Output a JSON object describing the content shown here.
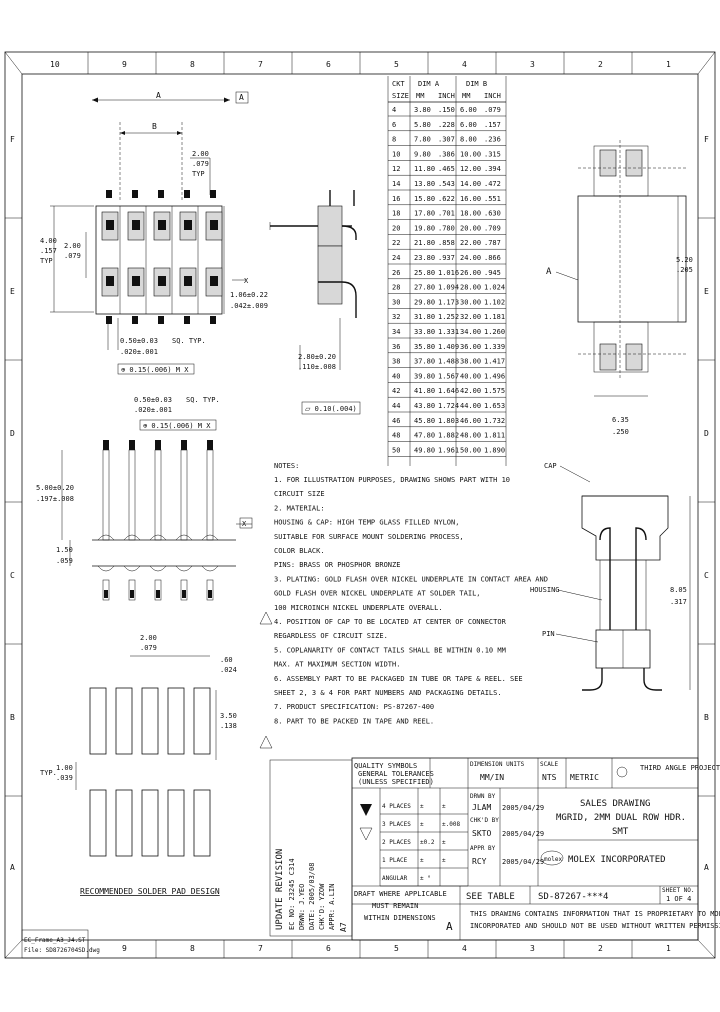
{
  "border": {
    "top_zones": [
      "10",
      "9",
      "8",
      "7",
      "6",
      "5",
      "4",
      "3",
      "2",
      "1"
    ],
    "bottom_zones": [
      "9",
      "8",
      "7",
      "6",
      "5",
      "4",
      "3",
      "2",
      "1"
    ],
    "side_zones": [
      "F",
      "E",
      "D",
      "C",
      "B",
      "A"
    ]
  },
  "table": {
    "hdr_ckt": "CKT",
    "hdr_size": "SIZE",
    "hdr_dim_a": "DIM A",
    "hdr_dim_b": "DIM B",
    "hdr_mm1": "MM",
    "hdr_inch1": "INCH",
    "hdr_mm2": "MM",
    "hdr_inch2": "INCH",
    "rows": [
      [
        "4",
        "3.80",
        ".150",
        "6.00",
        ".079"
      ],
      [
        "6",
        "5.80",
        ".228",
        "6.00",
        ".157"
      ],
      [
        "8",
        "7.80",
        ".307",
        "8.00",
        ".236"
      ],
      [
        "10",
        "9.80",
        ".386",
        "10.00",
        ".315"
      ],
      [
        "12",
        "11.80",
        ".465",
        "12.00",
        ".394"
      ],
      [
        "14",
        "13.80",
        ".543",
        "14.00",
        ".472"
      ],
      [
        "16",
        "15.80",
        ".622",
        "16.00",
        ".551"
      ],
      [
        "18",
        "17.80",
        ".701",
        "18.00",
        ".630"
      ],
      [
        "20",
        "19.80",
        ".780",
        "20.00",
        ".709"
      ],
      [
        "22",
        "21.80",
        ".858",
        "22.00",
        ".787"
      ],
      [
        "24",
        "23.80",
        ".937",
        "24.00",
        ".866"
      ],
      [
        "26",
        "25.80",
        "1.016",
        "26.00",
        ".945"
      ],
      [
        "28",
        "27.80",
        "1.094",
        "28.00",
        "1.024"
      ],
      [
        "30",
        "29.80",
        "1.173",
        "30.00",
        "1.102"
      ],
      [
        "32",
        "31.80",
        "1.252",
        "32.00",
        "1.181"
      ],
      [
        "34",
        "33.80",
        "1.331",
        "34.00",
        "1.260"
      ],
      [
        "36",
        "35.80",
        "1.409",
        "36.00",
        "1.339"
      ],
      [
        "38",
        "37.80",
        "1.488",
        "38.00",
        "1.417"
      ],
      [
        "40",
        "39.80",
        "1.567",
        "40.00",
        "1.496"
      ],
      [
        "42",
        "41.80",
        "1.646",
        "42.00",
        "1.575"
      ],
      [
        "44",
        "43.80",
        "1.724",
        "44.00",
        "1.653"
      ],
      [
        "46",
        "45.80",
        "1.803",
        "46.00",
        "1.732"
      ],
      [
        "48",
        "47.80",
        "1.882",
        "48.00",
        "1.811"
      ],
      [
        "50",
        "49.80",
        "1.961",
        "50.00",
        "1.890"
      ]
    ]
  },
  "dims": {
    "a": "A",
    "b": "B",
    "pitch_mm": "2.00",
    "pitch_in": ".079",
    "typ": "TYP",
    "row_mm": "4.00",
    "row_in": ".157",
    "row2_mm": "2.00",
    "row2_in": ".079",
    "sq_mm": "0.50±0.03",
    "sq_in": ".020±.001",
    "sq_label": "SQ. TYP.",
    "fcf1": "⊕ 0.15(.006) M X",
    "fcf2": "⊕ 0.15(.006) M X",
    "datum_x": "X",
    "side_mm": "1.06±0.22",
    "side_in": ".042±.009",
    "tail_mm": "2.80±0.20",
    "tail_in": ".110±.008",
    "flat_note": "⏥ 0.10(.004)",
    "sq2_mm": "0.50±0.03",
    "sq2_in": ".020±.001",
    "sq2_label": "SQ. TYP.",
    "bot_h_mm": "5.00±0.20",
    "bot_h_in": ".197±.008",
    "bot_g_mm": "1.50",
    "bot_g_in": ".059",
    "x_marker": "X",
    "pad_pitch_mm": "2.00",
    "pad_pitch_in": ".079",
    "pad_w_mm": ".60",
    "pad_w_in": ".024",
    "pad_h_mm": "3.50",
    "pad_h_in": ".138",
    "pad_gap_mm": "1.00",
    "pad_gap_in": ".039",
    "typ2": "TYP.",
    "top_h_mm": "5.20",
    "top_h_in": ".205",
    "top_w_mm": "6.35",
    "top_w_in": ".250",
    "a_marker": "A",
    "cap_label": "CAP",
    "housing_label": "HOUSING",
    "pin_label": "PIN",
    "side_tot_mm": "8.05",
    "side_tot_in": ".317"
  },
  "notes": {
    "title": "NOTES:",
    "lines": [
      "1. FOR ILLUSTRATION PURPOSES, DRAWING SHOWS PART WITH 10",
      "   CIRCUIT SIZE",
      "2. MATERIAL:",
      "   HOUSING & CAP: HIGH TEMP GLASS FILLED NYLON,",
      "   SUITABLE FOR SURFACE MOUNT SOLDERING PROCESS,",
      "   COLOR BLACK.",
      "   PINS: BRASS OR PHOSPHOR BRONZE",
      "3. PLATING: GOLD FLASH OVER NICKEL UNDERPLATE IN CONTACT AREA AND",
      "   GOLD FLASH OVER NICKEL UNDERPLATE AT SOLDER TAIL,",
      "   100 MICROINCH NICKEL UNDERPLATE OVERALL.",
      "4. POSITION OF CAP TO BE LOCATED AT CENTER OF CONNECTOR",
      "   REGARDLESS OF CIRCUIT SIZE.",
      "5. COPLANARITY OF CONTACT TAILS SHALL BE WITHIN 0.10 MM",
      "   MAX. AT MAXIMUM SECTION WIDTH.",
      "6. ASSEMBLY PART TO BE PACKAGED IN TUBE OR TAPE & REEL. SEE",
      "   SHEET 2, 3 & 4 FOR PART NUMBERS AND PACKAGING DETAILS.",
      "7. PRODUCT SPECIFICATION: PS-87267-400",
      "8. PART TO BE PACKED IN TAPE AND REEL."
    ]
  },
  "pad_caption": "RECOMMENDED SOLDER PAD DESIGN",
  "revision": {
    "title": "UPDATE REVISION",
    "lines": [
      "EC NO: 23245 C314",
      "DRWN: J.YEO",
      "DATE: 2005/03/08",
      "CHK'D: YZOW",
      "APPR: A.LIN"
    ],
    "sheet": "A7"
  },
  "title_block": {
    "quality_symbols": "QUALITY SYMBOLS",
    "general_tol": "GENERAL TOLERANCES",
    "unless_specified": "(UNLESS SPECIFIED)",
    "dim_units_lbl": "DIMENSION UNITS",
    "dim_units": "MM/IN",
    "scale_lbl": "SCALE",
    "scale": "NTS",
    "metric": "METRIC",
    "third_angle": "THIRD ANGLE PROJECTION",
    "places": [
      "4 PLACES",
      "3 PLACES",
      "2 PLACES",
      "1 PLACE",
      "ANGULAR"
    ],
    "tol_mm": [
      "±",
      "±",
      "±0.2",
      "±",
      "± °"
    ],
    "tol_in": [
      "±",
      "±.008",
      "±",
      "±",
      ""
    ],
    "drwn_lbl": "DRWN BY",
    "drwn": "JLAM",
    "chk_lbl": "CHK'D BY",
    "chk": "SKTO",
    "appr_lbl": "APPR BY",
    "appr": "RCY",
    "date1": "2005/04/29",
    "date2": "2005/04/29",
    "date3": "2005/04/29",
    "title_lines": [
      "SALES DRAWING",
      "MGRID, 2MM DUAL ROW HDR.",
      "SMT"
    ],
    "company": "MOLEX INCORPORATED",
    "molex_logo": "molex",
    "draft": "DRAFT WHERE APPLICABLE",
    "must_remain": "MUST REMAIN",
    "within_dim": "WITHIN DIMENSIONS",
    "see_table": "SEE TABLE",
    "doc_no": "SD-87267-***4",
    "sheet_no": "1 OF 4",
    "sheet_lbl": "SHEET NO.",
    "proprietary": "THIS DRAWING CONTAINS INFORMATION THAT IS PROPRIETARY TO MOLEX",
    "proprietary2": "INCORPORATED AND SHOULD NOT BE USED WITHOUT WRITTEN PERMISSION",
    "sheet_size": "A"
  },
  "corner": {
    "line1": "EC_Frame_A3_J4.ST",
    "line2": "File: SD8726704SD.dwg"
  }
}
